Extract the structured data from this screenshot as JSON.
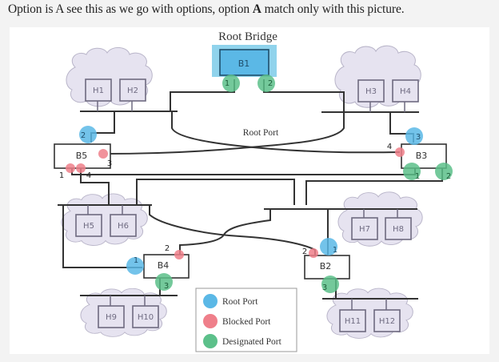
{
  "caption": {
    "prefix": "Option is A  see this as we go with options, option ",
    "bold": "A",
    "suffix": " match only with this picture."
  },
  "diagram": {
    "title": "Root Bridge",
    "center_label": "Root Port",
    "colors": {
      "root_port": "#5bb8e6",
      "blocked_port": "#ef7f8a",
      "designated_port": "#5cc08a",
      "root_bridge_fill": "#7ccbe9",
      "cloud_fill": "#e6e3f0",
      "cloud_stroke": "#b9b5c9",
      "line": "#333333",
      "host_stroke": "#6e6a80"
    },
    "bridges": [
      {
        "id": "B1",
        "role": "root"
      },
      {
        "id": "B2"
      },
      {
        "id": "B3"
      },
      {
        "id": "B4"
      },
      {
        "id": "B5"
      }
    ],
    "ports": [
      {
        "bridge": "B1",
        "num": "1",
        "type": "designated"
      },
      {
        "bridge": "B1",
        "num": "2",
        "type": "designated"
      },
      {
        "bridge": "B5",
        "num": "2",
        "type": "root"
      },
      {
        "bridge": "B5",
        "num": "3",
        "type": "blocked"
      },
      {
        "bridge": "B5",
        "num": "1",
        "type": "blocked"
      },
      {
        "bridge": "B5",
        "num": "4",
        "type": "blocked"
      },
      {
        "bridge": "B3",
        "num": "3",
        "type": "root"
      },
      {
        "bridge": "B3",
        "num": "4",
        "type": "blocked"
      },
      {
        "bridge": "B3",
        "num": "1",
        "type": "designated"
      },
      {
        "bridge": "B3",
        "num": "2",
        "type": "designated"
      },
      {
        "bridge": "B4",
        "num": "1",
        "type": "root"
      },
      {
        "bridge": "B4",
        "num": "2",
        "type": "blocked"
      },
      {
        "bridge": "B4",
        "num": "3",
        "type": "designated"
      },
      {
        "bridge": "B2",
        "num": "1",
        "type": "root"
      },
      {
        "bridge": "B2",
        "num": "2",
        "type": "blocked"
      },
      {
        "bridge": "B2",
        "num": "3",
        "type": "designated"
      }
    ],
    "lans": [
      {
        "hosts": [
          "H1",
          "H2"
        ]
      },
      {
        "hosts": [
          "H3",
          "H4"
        ]
      },
      {
        "hosts": [
          "H5",
          "H6"
        ]
      },
      {
        "hosts": [
          "H7",
          "H8"
        ]
      },
      {
        "hosts": [
          "H9",
          "H10"
        ]
      },
      {
        "hosts": [
          "H11",
          "H12"
        ]
      }
    ],
    "legend": [
      {
        "label": "Root Port",
        "type": "root"
      },
      {
        "label": "Blocked Port",
        "type": "blocked"
      },
      {
        "label": "Designated Port",
        "type": "designated"
      }
    ]
  }
}
